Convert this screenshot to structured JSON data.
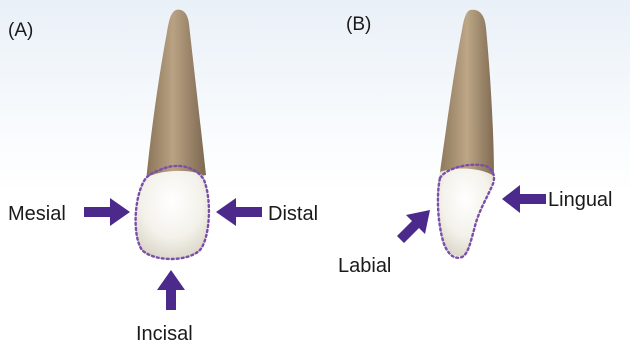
{
  "panels": [
    {
      "label": "(A)"
    },
    {
      "label": "(B)"
    }
  ],
  "panel_a": {
    "labels": {
      "mesial": "Mesial",
      "distal": "Distal",
      "incisal": "Incisal"
    }
  },
  "panel_b": {
    "labels": {
      "labial": "Labial",
      "lingual": "Lingual"
    }
  },
  "colors": {
    "arrow": "#4b2a8c",
    "outline": "#7a4fa8",
    "root": "#a48c6e",
    "crown": "#f1efe7"
  }
}
